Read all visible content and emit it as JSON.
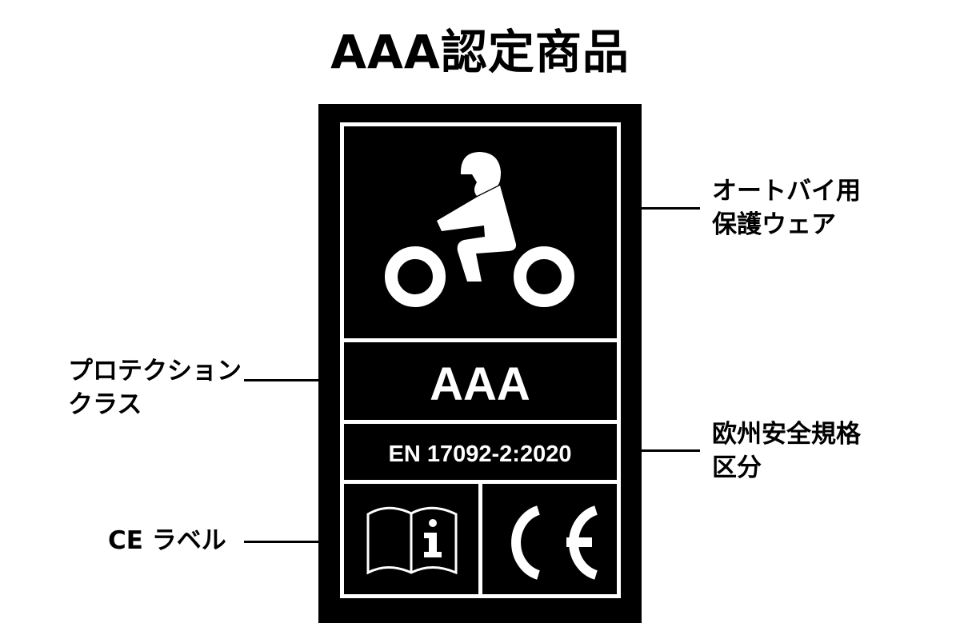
{
  "title": "AAA認定商品",
  "label_panel": {
    "class_text": "AAA",
    "standard_text": "EN 17092-2:2020",
    "icons": [
      "motorcycle-rider-icon",
      "info-manual-icon",
      "ce-mark-icon"
    ]
  },
  "callouts": {
    "usage": [
      "オートバイ用",
      "保護ウェア"
    ],
    "protection_class": [
      "プロテクション",
      "クラス"
    ],
    "standard": [
      "欧州安全規格",
      "区分"
    ],
    "ce_label": [
      "CE ラベル"
    ]
  },
  "colors": {
    "panel": "#000000",
    "ink": "#ffffff"
  }
}
